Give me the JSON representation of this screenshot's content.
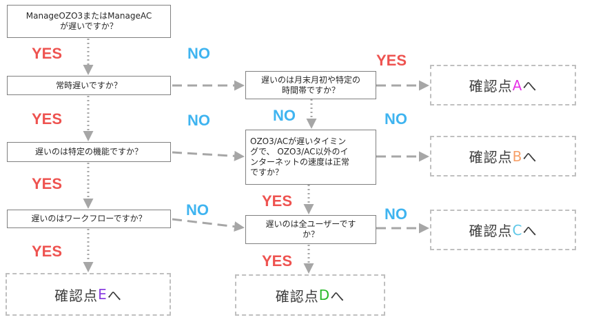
{
  "questions": {
    "q1": [
      "ManageOZO3またはManageAC",
      "が遅いですか？"
    ],
    "q2": "常時遅いですか？",
    "q3": "遅いのは特定の機能ですか？",
    "q4": "遅いのはワークフローですか？",
    "q5": [
      "遅いのは月末月初や特定の",
      "時間帯ですか？"
    ],
    "q6": [
      "OZO3/ACが遅いタイミン",
      "グで、 OZO3/AC以外のイ",
      "ンターネットの速度は正常",
      "ですか？"
    ],
    "q7": [
      "遅いのは全ユーザーです",
      "か？"
    ]
  },
  "results": {
    "prefix": "確認点",
    "suffix": "へ",
    "A": {
      "letter": "A",
      "color": "#e633e6"
    },
    "B": {
      "letter": "B",
      "color": "#f7a068"
    },
    "C": {
      "letter": "C",
      "color": "#5ec8e8"
    },
    "D": {
      "letter": "D",
      "color": "#2ab82a"
    },
    "E": {
      "letter": "E",
      "color": "#8a3ee0"
    }
  },
  "labels": {
    "yes": "YES",
    "no": "NO"
  },
  "colors": {
    "yes": "#ee5350",
    "no": "#3fb4f0",
    "connector": "#a6a6a6",
    "result_border": "#bfbfbf"
  }
}
